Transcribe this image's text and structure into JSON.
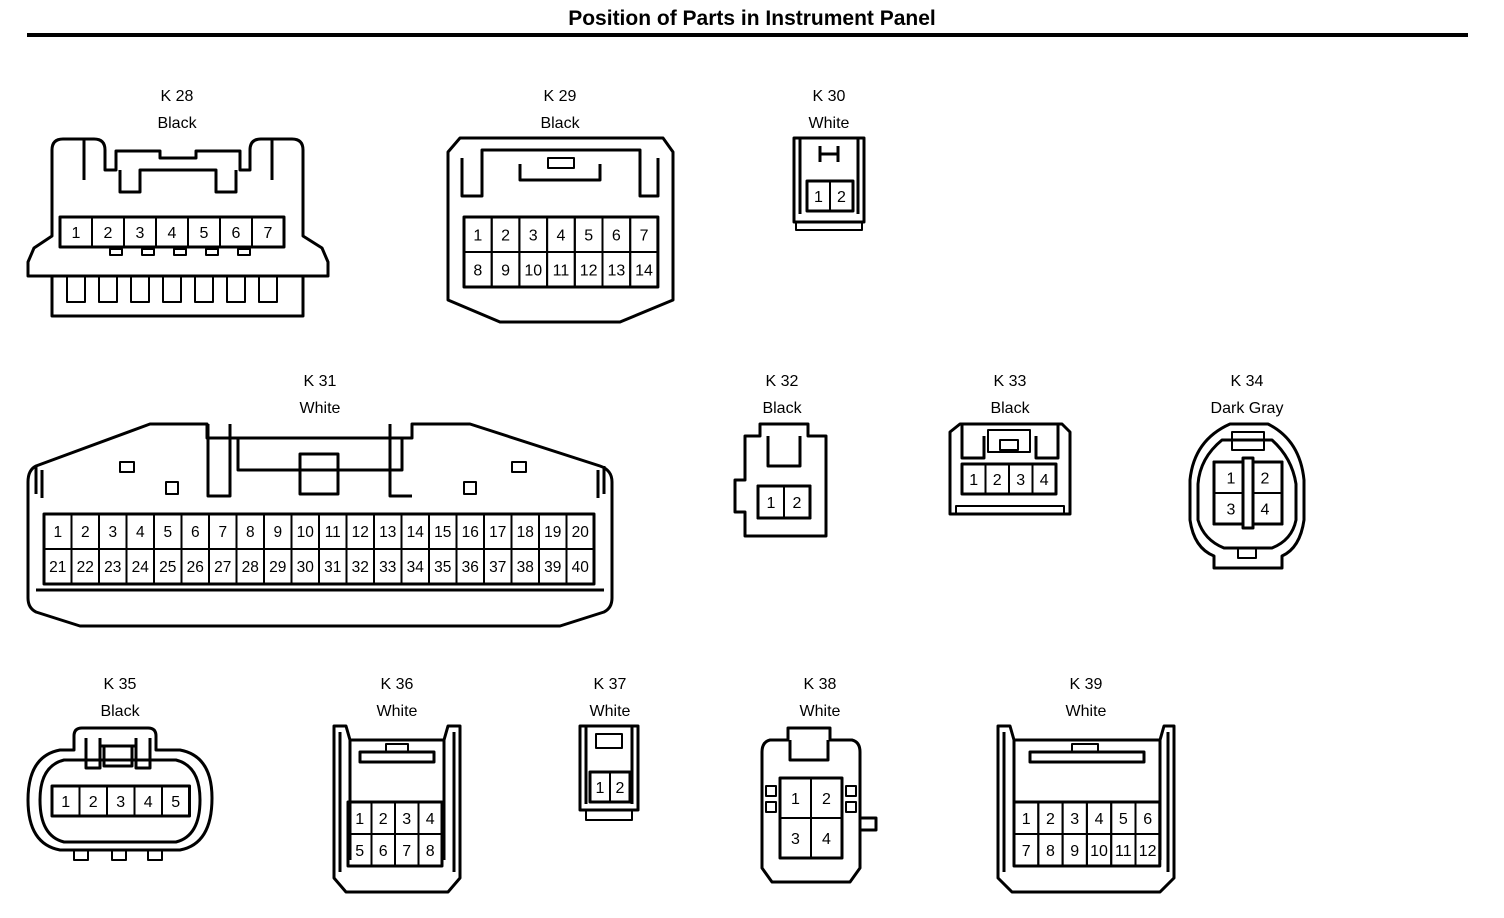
{
  "title": "Position of Parts in Instrument Panel",
  "connectors": [
    {
      "id": "K 28",
      "color": "Black",
      "pins": [
        "1",
        "2",
        "3",
        "4",
        "5",
        "6",
        "7"
      ]
    },
    {
      "id": "K 29",
      "color": "Black",
      "pins": [
        "1",
        "2",
        "3",
        "4",
        "5",
        "6",
        "7",
        "8",
        "9",
        "10",
        "11",
        "12",
        "13",
        "14"
      ]
    },
    {
      "id": "K 30",
      "color": "White",
      "pins": [
        "1",
        "2"
      ]
    },
    {
      "id": "K 31",
      "color": "White",
      "pins": [
        "1",
        "2",
        "3",
        "4",
        "5",
        "6",
        "7",
        "8",
        "9",
        "10",
        "11",
        "12",
        "13",
        "14",
        "15",
        "16",
        "17",
        "18",
        "19",
        "20",
        "21",
        "22",
        "23",
        "24",
        "25",
        "26",
        "27",
        "28",
        "29",
        "30",
        "31",
        "32",
        "33",
        "34",
        "35",
        "36",
        "37",
        "38",
        "39",
        "40"
      ]
    },
    {
      "id": "K 32",
      "color": "Black",
      "pins": [
        "1",
        "2"
      ]
    },
    {
      "id": "K 33",
      "color": "Black",
      "pins": [
        "1",
        "2",
        "3",
        "4"
      ]
    },
    {
      "id": "K 34",
      "color": "Dark Gray",
      "pins": [
        "1",
        "2",
        "3",
        "4"
      ]
    },
    {
      "id": "K 35",
      "color": "Black",
      "pins": [
        "1",
        "2",
        "3",
        "4",
        "5"
      ]
    },
    {
      "id": "K 36",
      "color": "White",
      "pins": [
        "1",
        "2",
        "3",
        "4",
        "5",
        "6",
        "7",
        "8"
      ]
    },
    {
      "id": "K 37",
      "color": "White",
      "pins": [
        "1",
        "2"
      ]
    },
    {
      "id": "K 38",
      "color": "White",
      "pins": [
        "1",
        "2",
        "3",
        "4"
      ]
    },
    {
      "id": "K 39",
      "color": "White",
      "pins": [
        "1",
        "2",
        "3",
        "4",
        "5",
        "6",
        "7",
        "8",
        "9",
        "10",
        "11",
        "12"
      ]
    }
  ]
}
